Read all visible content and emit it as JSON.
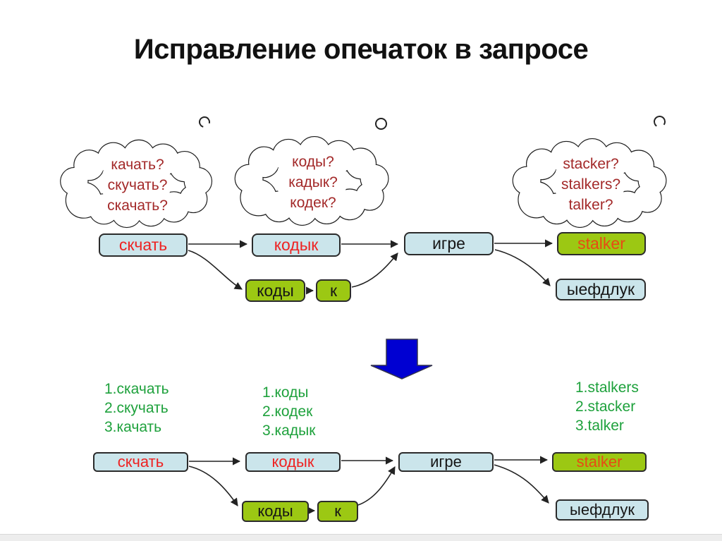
{
  "title": "Исправление опечаток в запросе",
  "clouds": [
    {
      "lines": [
        "качать?",
        "скучать?",
        "скачать?"
      ]
    },
    {
      "lines": [
        "коды?",
        "кадык?",
        "кодек?"
      ]
    },
    {
      "lines": [
        "stacker?",
        "stalkers?",
        "talker?"
      ]
    }
  ],
  "flow_top": {
    "skchat": "скчать",
    "kodyk": "кодык",
    "igre": "игре",
    "stalker": "stalker",
    "kody": "коды",
    "k": "к",
    "yefdluk": "ыефдлук"
  },
  "flow_bottom": {
    "skchat": "скчать",
    "kodyk": "кодык",
    "igre": "игре",
    "stalker": "stalker",
    "kody": "коды",
    "k": "к",
    "yefdluk": "ыефдлук"
  },
  "suggestion_lists": [
    {
      "items": [
        "1.скачать",
        "2.скучать",
        "3.качать"
      ]
    },
    {
      "items": [
        "1.коды",
        "2.кодек",
        "3.кадык"
      ]
    },
    {
      "items": [
        "1.stalkers",
        "2.stacker",
        "3.talker"
      ]
    }
  ],
  "colors": {
    "query_box_fill": "#cbe5eb",
    "result_box_fill": "#9cc813",
    "typo_text": "#ee2222",
    "corrected_result_text": "#e84a14",
    "cloud_text": "#a32929",
    "suggestion_text": "#1ea13c",
    "transform_arrow": "#0000d2"
  }
}
